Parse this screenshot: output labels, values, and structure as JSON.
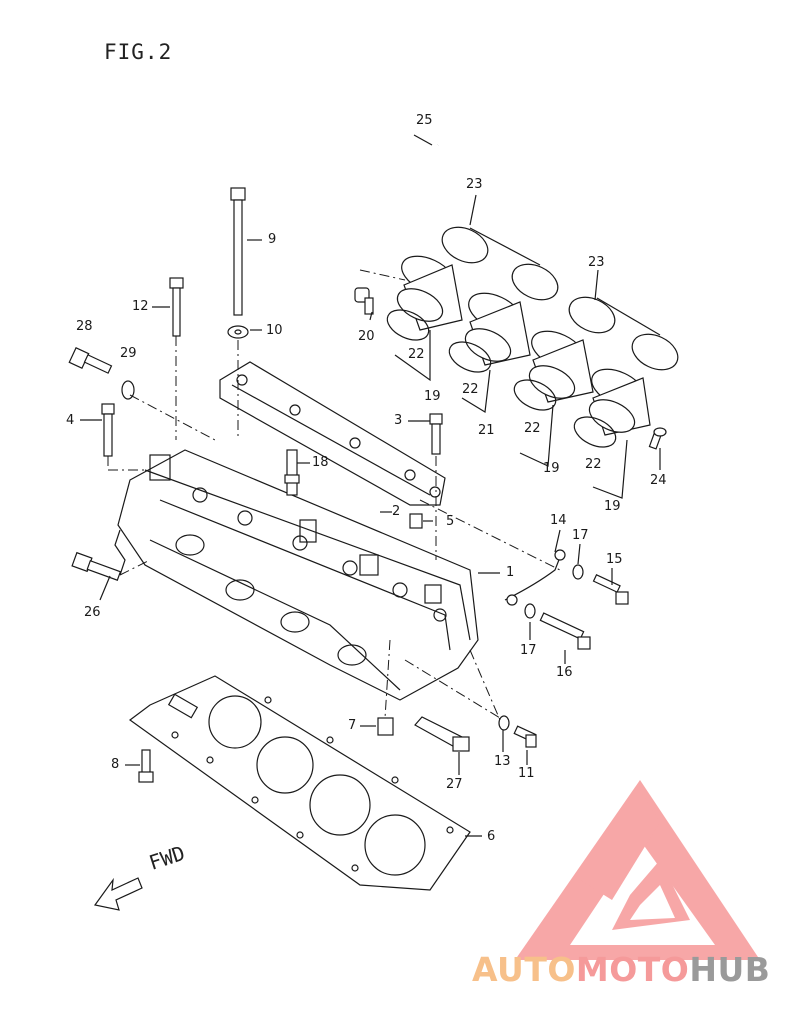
{
  "figure_label": "FIG.2",
  "direction_label": "FWD",
  "watermark": {
    "brand_part1": "AUTO",
    "brand_part2": "MOTO",
    "brand_part3": "HUB",
    "colors": {
      "auto": "#f7c08a",
      "moto": "#f59a9a",
      "hub": "#9a9a9a",
      "logo_triangle": "#f58a8a"
    }
  },
  "callouts": {
    "c1": "1",
    "c2": "2",
    "c3": "3",
    "c4": "4",
    "c5": "5",
    "c6": "6",
    "c7": "7",
    "c8": "8",
    "c9": "9",
    "c10": "10",
    "c11": "11",
    "c12": "12",
    "c13": "13",
    "c14": "14",
    "c15": "15",
    "c16": "16",
    "c17a": "17",
    "c17b": "17",
    "c18": "18",
    "c19a": "19",
    "c19b": "19",
    "c19c": "19",
    "c20": "20",
    "c21": "21",
    "c22a": "22",
    "c22b": "22",
    "c22c": "22",
    "c22d": "22",
    "c23a": "23",
    "c23b": "23",
    "c24": "24",
    "c25": "25",
    "c26": "26",
    "c27": "27",
    "c28": "28",
    "c29": "29"
  }
}
